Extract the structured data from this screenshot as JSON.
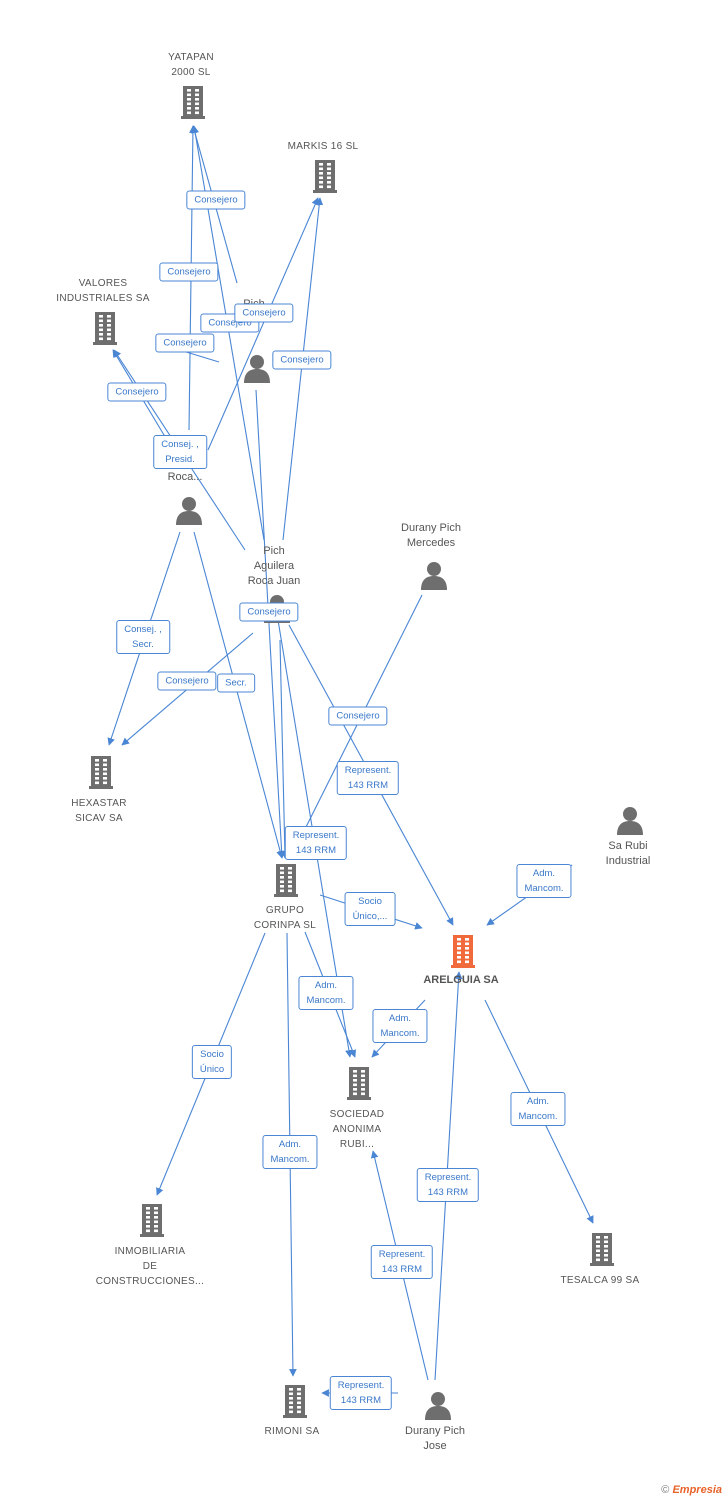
{
  "colors": {
    "edge": "#4a86d4",
    "node": "#6e6e6e",
    "main_node": "#f06a3b",
    "label_text": "#3a78c9"
  },
  "nodes": {
    "yatapan": {
      "label": "YATAPAN\n2000 SL",
      "kind": "company"
    },
    "markis": {
      "label": "MARKIS 16 SL",
      "kind": "company"
    },
    "valores": {
      "label": "VALORES\nINDUSTRIALES SA",
      "kind": "company"
    },
    "roca_martin": {
      "label": "Pich\nRoca Martin",
      "kind": "person"
    },
    "roca_partial": {
      "label": "Roca...",
      "kind": "person"
    },
    "durany_mercedes": {
      "label": "Durany Pich\nMercedes",
      "kind": "person"
    },
    "pich_juan": {
      "label": "Pich\nAguilera\nRoca Juan",
      "kind": "person"
    },
    "hexastar": {
      "label": "HEXASTAR\nSICAV SA",
      "kind": "company"
    },
    "sa_rubi_industrial": {
      "label": "Sa Rubi\nIndustrial",
      "kind": "person"
    },
    "grupo_corinpa": {
      "label": "GRUPO\nCORINPA SL",
      "kind": "company"
    },
    "arelguia": {
      "label": "ARELGUIA SA",
      "kind": "main"
    },
    "sociedad_rubi": {
      "label": "SOCIEDAD\nANONIMA\nRUBI...",
      "kind": "company"
    },
    "inmobiliaria": {
      "label": "INMOBILIARIA\nDE\nCONSTRUCCIONES...",
      "kind": "company"
    },
    "tesalca": {
      "label": "TESALCA 99 SA",
      "kind": "company"
    },
    "rimoni": {
      "label": "RIMONI SA",
      "kind": "company"
    },
    "durany_jose": {
      "label": "Durany Pich\nJose",
      "kind": "person"
    }
  },
  "edge_labels": [
    {
      "id": "e1",
      "text": "Consejero"
    },
    {
      "id": "e2",
      "text": "Consejero"
    },
    {
      "id": "e3",
      "text": "Consejero"
    },
    {
      "id": "e4",
      "text": "Consejero"
    },
    {
      "id": "e5",
      "text": "Consejero"
    },
    {
      "id": "e6",
      "text": "Consejero"
    },
    {
      "id": "e7",
      "text": "Consejero"
    },
    {
      "id": "e8",
      "text": "Consej. ,\nPresid."
    },
    {
      "id": "e9",
      "text": "Consej. ,\nSecr."
    },
    {
      "id": "e10",
      "text": "Consejero"
    },
    {
      "id": "e11",
      "text": "Consejero"
    },
    {
      "id": "e12",
      "text": "Secr."
    },
    {
      "id": "e13",
      "text": "Consejero"
    },
    {
      "id": "e14",
      "text": "Represent.\n143 RRM"
    },
    {
      "id": "e15",
      "text": "Represent.\n143 RRM"
    },
    {
      "id": "e16",
      "text": "Adm.\nMancom."
    },
    {
      "id": "e17",
      "text": "Socio\nÚnico,..."
    },
    {
      "id": "e18",
      "text": "Adm.\nMancom."
    },
    {
      "id": "e19",
      "text": "Adm.\nMancom."
    },
    {
      "id": "e20",
      "text": "Socio\nÚnico"
    },
    {
      "id": "e21",
      "text": "Adm.\nMancom."
    },
    {
      "id": "e22",
      "text": "Adm.\nMancom."
    },
    {
      "id": "e23",
      "text": "Represent.\n143 RRM"
    },
    {
      "id": "e24",
      "text": "Represent.\n143 RRM"
    },
    {
      "id": "e25",
      "text": "Represent.\n143 RRM"
    }
  ],
  "footer": {
    "copyright": "©",
    "brand": "Empresia"
  }
}
